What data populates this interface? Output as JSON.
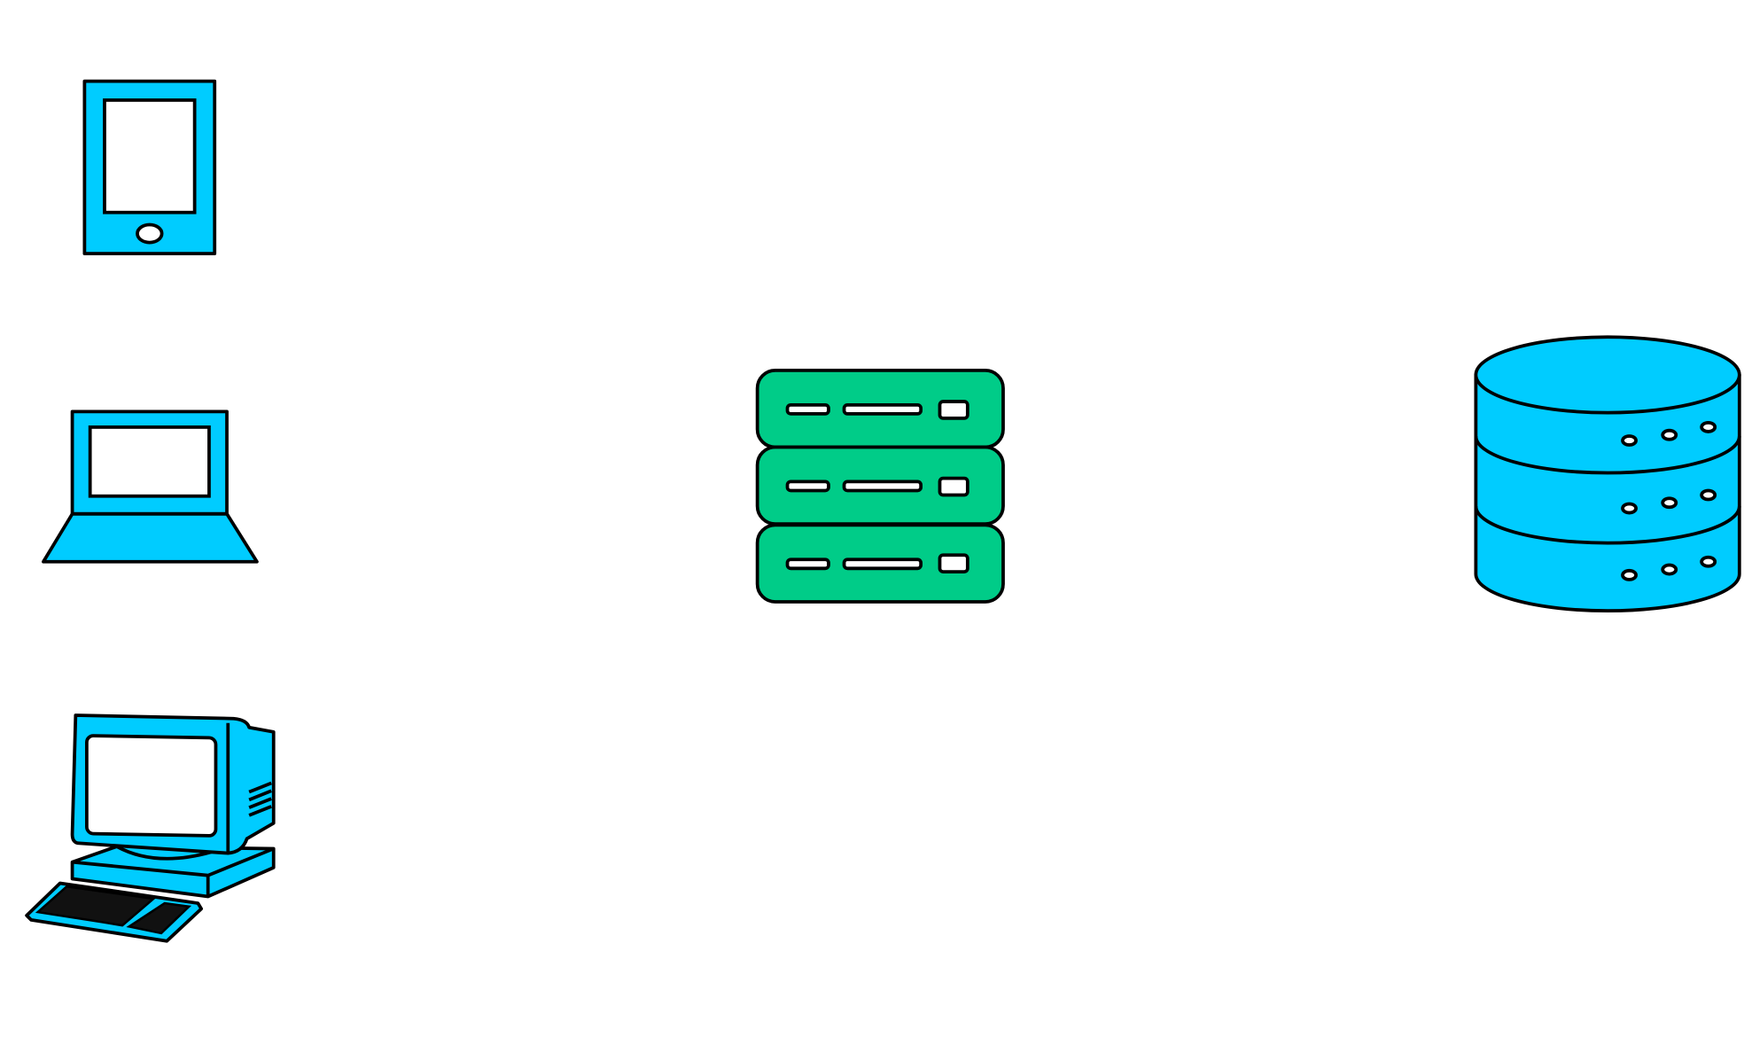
{
  "diagram": {
    "nodes": [
      {
        "id": "tablet",
        "icon": "tablet-icon"
      },
      {
        "id": "laptop",
        "icon": "laptop-icon"
      },
      {
        "id": "desktop",
        "icon": "desktop-computer-icon"
      },
      {
        "id": "server",
        "icon": "server-rack-icon"
      },
      {
        "id": "database",
        "icon": "database-icon"
      }
    ]
  },
  "colors": {
    "client": "#00ccff",
    "server": "#00cc88",
    "background": "#ffffff"
  }
}
